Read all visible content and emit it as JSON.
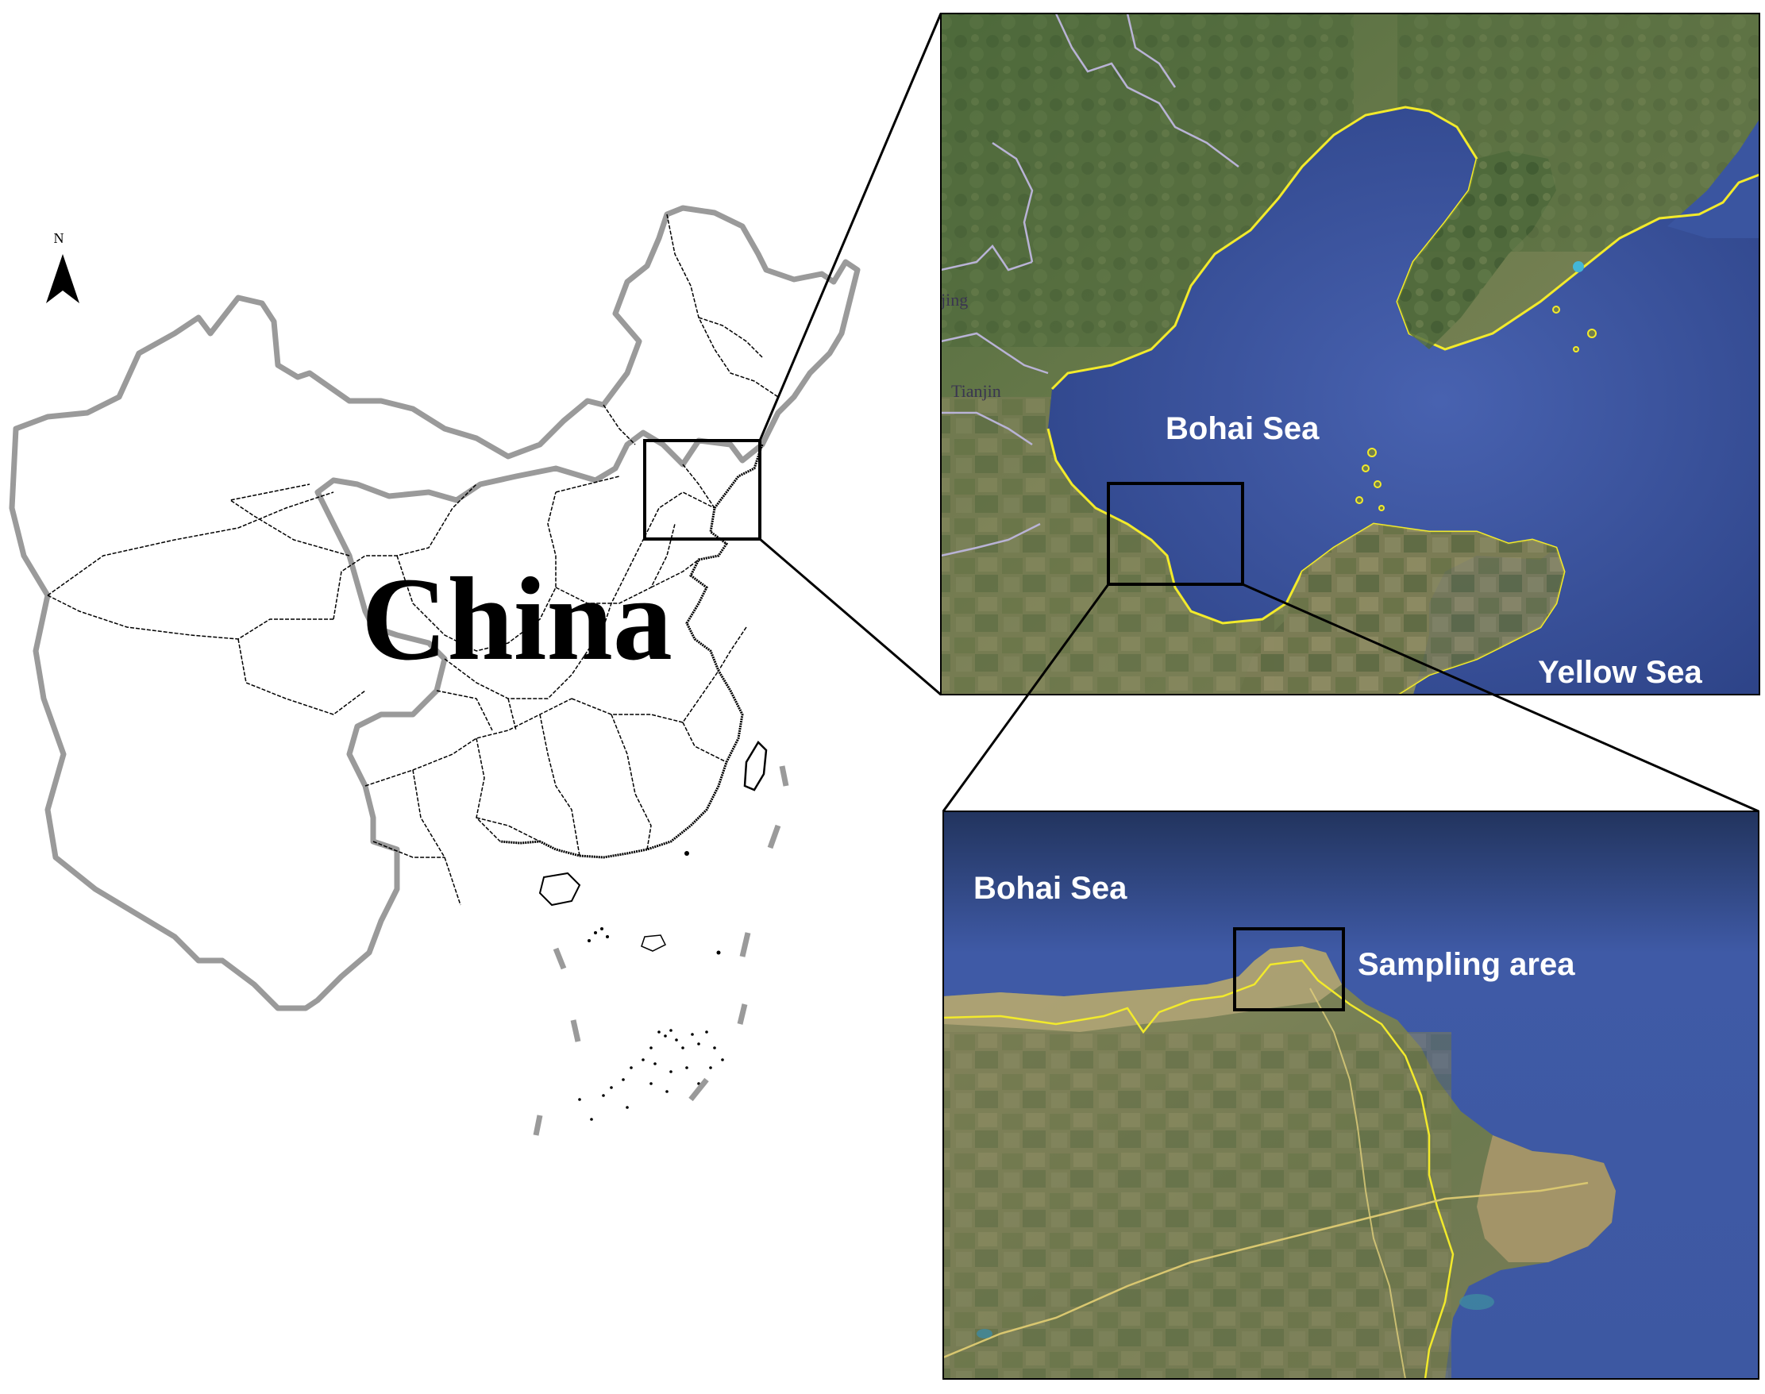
{
  "figure": {
    "north_arrow": {
      "letter": "N"
    },
    "china_map": {
      "label": "China"
    },
    "regional_inset": {
      "labels": {
        "bohai_sea": "Bohai Sea",
        "yellow_sea": "Yellow Sea",
        "city_beijing": "jing",
        "city_tianjin": "Tianjin"
      }
    },
    "detail_inset": {
      "labels": {
        "bohai_sea": "Bohai Sea",
        "sampling_area": "Sampling area"
      }
    }
  },
  "colors": {
    "sea": "#3f5aa6",
    "land": "#7d8a5a",
    "coastline": "#f2ea2b",
    "national_border": "#9a9a9a",
    "frame": "#000000"
  }
}
